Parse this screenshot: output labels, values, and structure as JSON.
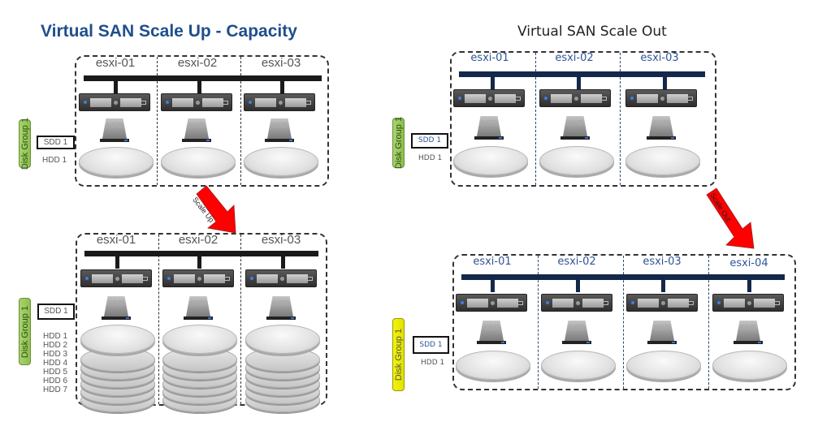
{
  "left": {
    "title": "Virtual SAN Scale Up - Capacity",
    "top_cluster": {
      "hosts": [
        "esxi-01",
        "esxi-02",
        "esxi-03"
      ],
      "disk_group_label": "Disk Group 1",
      "ssd_label": "SDD 1",
      "hdd_labels": [
        "HDD 1"
      ],
      "disks_per_host": 1
    },
    "arrow_label": "Scale Up",
    "bottom_cluster": {
      "hosts": [
        "esxi-01",
        "esxi-02",
        "esxi-03"
      ],
      "disk_group_label": "Disk Group 1",
      "ssd_label": "SDD 1",
      "hdd_labels": [
        "HDD 1",
        "HDD 2",
        "HDD 3",
        "HDD 4",
        "HDD 5",
        "HDD 6",
        "HDD 7"
      ],
      "disks_per_host": 7
    }
  },
  "right": {
    "title": "Virtual SAN Scale Out",
    "top_cluster": {
      "hosts": [
        "esxi-01",
        "esxi-02",
        "esxi-03"
      ],
      "disk_group_label": "Disk Group 1",
      "ssd_label": "SDD 1",
      "hdd_labels": [
        "HDD 1"
      ]
    },
    "arrow_label": "Scale Out",
    "bottom_cluster": {
      "hosts": [
        "esxi-01",
        "esxi-02",
        "esxi-03",
        "esxi-04"
      ],
      "disk_group_label": "Disk Group 1",
      "ssd_label": "SDD 1",
      "hdd_labels": [
        "HDD 1"
      ]
    }
  },
  "icons": {
    "server": "server-icon",
    "ssd": "ssd-icon",
    "hdd": "hdd-platter-icon",
    "network": "network-bus"
  },
  "ssd_glyph": "SSD",
  "colors": {
    "left_title": "#1f4e8c",
    "arrow": "#ff0000",
    "disk_group_green": "#9ccb5c",
    "disk_group_yellow": "#eded00",
    "bus_black": "#1a1a1a",
    "bus_navy": "#14284b",
    "host_label_blue": "#2f5597"
  }
}
